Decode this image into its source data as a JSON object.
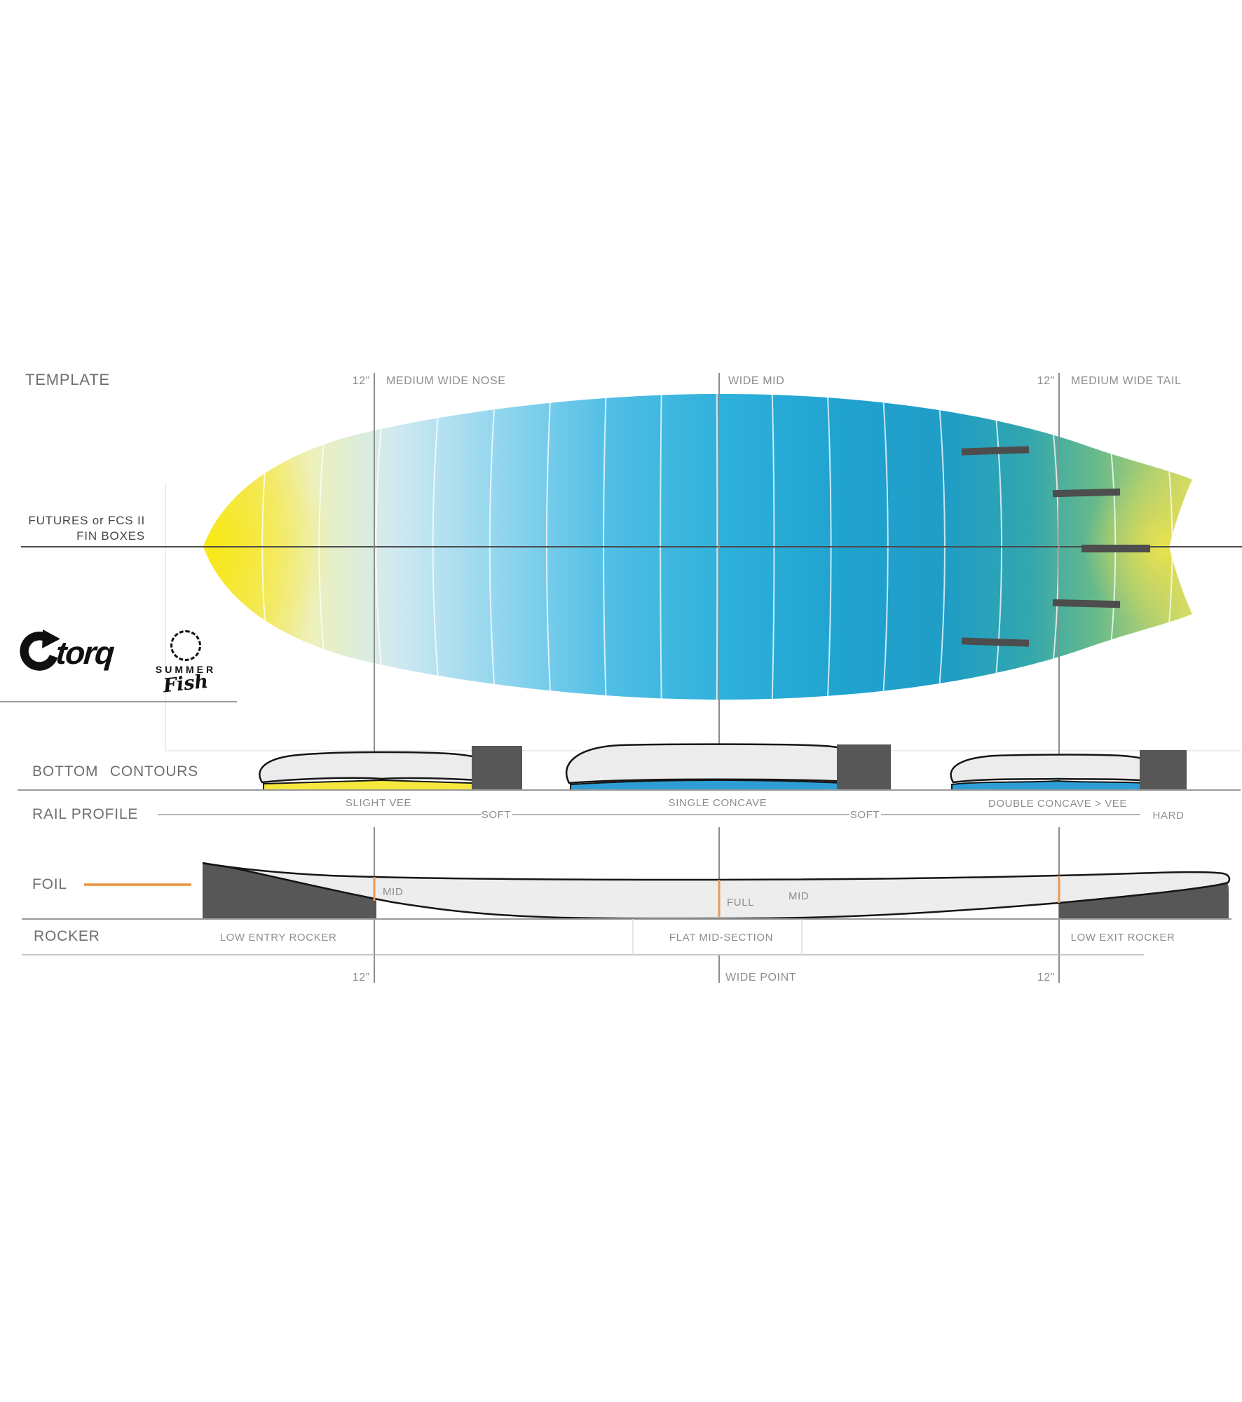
{
  "template": {
    "heading": "TEMPLATE",
    "nose_marker": "12\"",
    "nose_label": "MEDIUM WIDE NOSE",
    "mid_label": "WIDE MID",
    "tail_marker": "12\"",
    "tail_label": "MEDIUM WIDE TAIL",
    "fin_note_1": "FUTURES or FCS II",
    "fin_note_2": "FIN BOXES"
  },
  "logos": {
    "torq": "torq",
    "summer": "SUMMER",
    "fish": "Fish"
  },
  "bottom_contours": {
    "heading": "BOTTOM  CONTOURS",
    "nose": "SLIGHT VEE",
    "mid": "SINGLE CONCAVE",
    "tail": "DOUBLE CONCAVE > VEE"
  },
  "rail_profile": {
    "heading": "RAIL PROFILE",
    "nose": "SOFT",
    "mid": "SOFT",
    "tail": "HARD"
  },
  "foil": {
    "heading": "FOIL",
    "nose": "MID",
    "mid": "FULL",
    "tail": "MID"
  },
  "rocker": {
    "heading": "ROCKER",
    "nose": "LOW ENTRY ROCKER",
    "mid": "FLAT MID-SECTION",
    "tail": "LOW EXIT ROCKER"
  },
  "bottom_markers": {
    "nose": "12\"",
    "mid": "WIDE POINT",
    "tail": "12\""
  },
  "colors": {
    "accent_orange": "#ec9241",
    "board_blue": "#219fd1",
    "board_yellow": "#f5e61e",
    "contour_blue": "#2e9fd6",
    "contour_yellow": "#f5e93d",
    "block_gray": "#575757"
  }
}
